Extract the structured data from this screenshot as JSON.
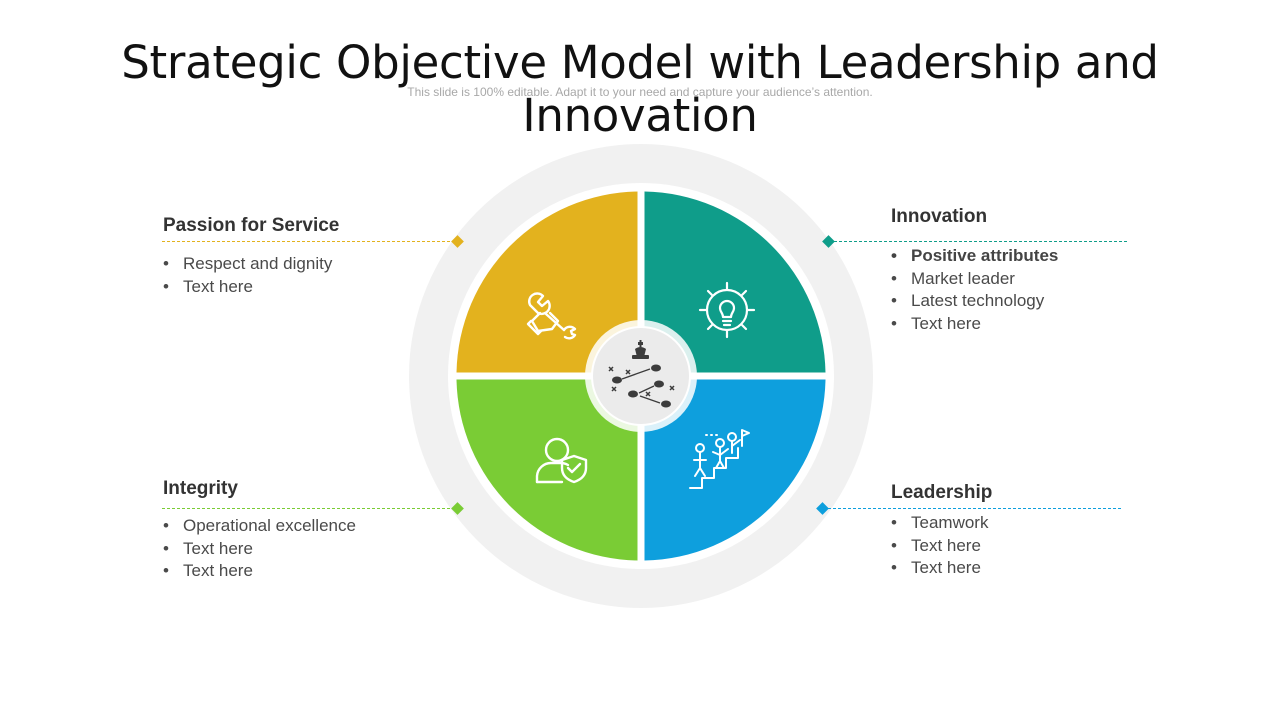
{
  "slide": {
    "title": "Strategic Objective Model with Leadership and Innovation",
    "subtitle": "This slide is 100% editable. Adapt it to your need and capture your audience’s attention."
  },
  "sections": {
    "passion": {
      "heading": "Passion for Service",
      "bullets": [
        "Respect and dignity",
        "Text here"
      ],
      "color": "#E3B21E",
      "icon": "wrench-hand-icon"
    },
    "innovation": {
      "heading": "Innovation",
      "bullets": [
        "Positive attributes",
        "Market leader",
        "Latest technology",
        "Text here"
      ],
      "color": "#0F9D8A",
      "icon": "gear-lightbulb-icon"
    },
    "integrity": {
      "heading": "Integrity",
      "bullets": [
        "Operational excellence",
        "Text here",
        "Text here"
      ],
      "color": "#7ACC35",
      "icon": "user-shield-icon"
    },
    "leadership": {
      "heading": "Leadership",
      "bullets": [
        "Teamwork",
        "Text here",
        "Text here"
      ],
      "color": "#0E9FDD",
      "icon": "team-stairs-flag-icon"
    }
  },
  "center": {
    "icon": "chess-strategy-icon"
  },
  "colors": {
    "ring": "#F1F1F1",
    "divider": "#FFFFFF",
    "text": "#3A3A3A"
  }
}
